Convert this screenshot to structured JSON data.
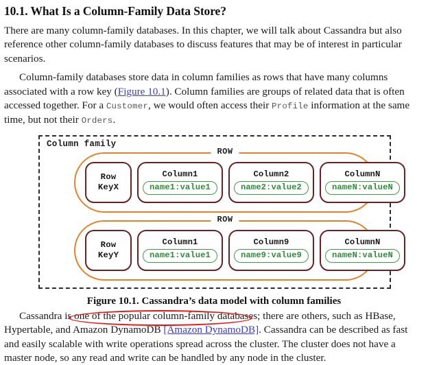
{
  "document": {
    "heading": "10.1. What Is a Column-Family Data Store?",
    "paragraph_1": {
      "text": "There are many column-family databases. In this chapter, we will talk about Cassandra but also reference other column-family databases to discuss features that may be of interest in particular scenarios."
    },
    "paragraph_2": {
      "part_a": "Column-family databases store data in column families as rows that have many columns associated with a row key (",
      "link": "Figure 10.1",
      "part_b": "). Column families are groups of related data that is often accessed together. For a ",
      "code_1": "Customer",
      "part_c": ", we would often access their ",
      "code_2": "Profile",
      "part_d": " information at the same time, but not their ",
      "code_3": "Orders",
      "part_e": "."
    },
    "figure_caption": "Figure 10.1. Cassandra’s data model with column families",
    "paragraph_3": {
      "part_a": "Cassandra is one of the popular column-family databases; there are others, such as HBase, Hypertable, and Amazon DynamoDB ",
      "link": "[Amazon DynamoDB]",
      "part_b": ". Cassandra can be described as fast and easily scalable with write operations spread across the cluster. The cluster does not have a master node, so any read and write can be handled by any node in the cluster."
    }
  },
  "figure": {
    "container_label": "Column family",
    "rows": [
      {
        "row_label": "ROW",
        "row_key": {
          "line1": "Row",
          "line2": "KeyX"
        },
        "columns": [
          {
            "title": "Column1",
            "kv": "name1:value1"
          },
          {
            "title": "Column2",
            "kv": "name2:value2"
          },
          {
            "title": "ColumnN",
            "kv": "nameN:valueN"
          }
        ]
      },
      {
        "row_label": "ROW",
        "row_key": {
          "line1": "Row",
          "line2": "KeyY"
        },
        "columns": [
          {
            "title": "Column1",
            "kv": "name1:value1"
          },
          {
            "title": "Column9",
            "kv": "name9:value9"
          },
          {
            "title": "ColumnN",
            "kv": "nameN:valueN"
          }
        ]
      }
    ]
  },
  "colors": {
    "row_outline_orange": "#e8822a",
    "column_border_maroon": "#6d2020",
    "kv_green": "#3f9a46",
    "annotation_red": "#f01010",
    "link_blue": "#3a3acc",
    "container_dashed": "#2b2b2b"
  }
}
